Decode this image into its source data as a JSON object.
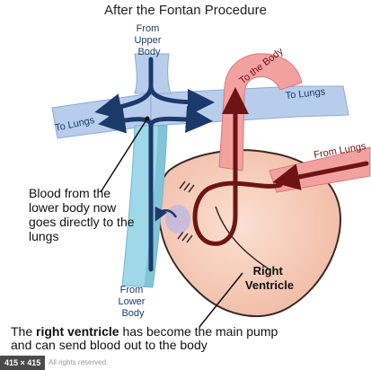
{
  "title": "After the Fontan Procedure",
  "labels": {
    "from_upper_body": [
      "From",
      "Upper",
      "Body"
    ],
    "from_lower_body": [
      "From",
      "Lower",
      "Body"
    ],
    "to_lungs_left": "To Lungs",
    "to_lungs_right": "To Lungs",
    "to_the_body": "To the Body",
    "from_lungs": "From Lungs",
    "right_ventricle": [
      "Right",
      "Ventricle"
    ]
  },
  "callouts": {
    "lower_body": "Blood from the lower body now goes directly to the lungs",
    "rv_prefix": "The ",
    "rv_bold": "right ventricle",
    "rv_suffix": " has become the main pump and can send blood out to the body"
  },
  "footer": {
    "size_badge": "415 × 415",
    "copyright": "All rights reserved."
  },
  "colors": {
    "vein": "#b8cdec",
    "vein_edge": "#8fa9d6",
    "conduit": "#9fd8e8",
    "aorta": "#f2a0a0",
    "aorta_edge": "#dc7b7b",
    "heart": "#f6c9b6",
    "heart_edge": "#3a2a28",
    "arrow_dark_red": "#6e1414",
    "arrow_dark_blue": "#1a3a6b"
  }
}
